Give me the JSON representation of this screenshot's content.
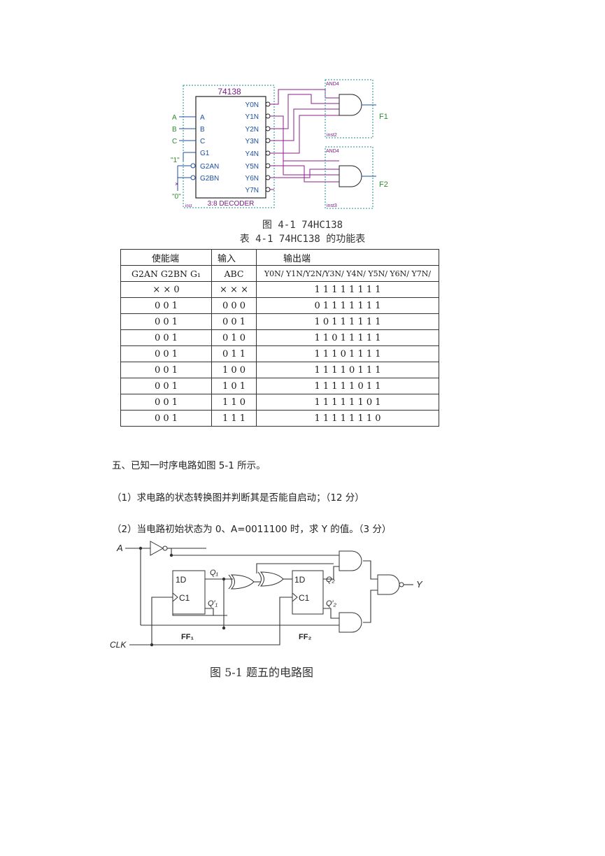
{
  "figure1": {
    "chip_name": "74138",
    "chip_footer": "3:8 DECODER",
    "inst_label": "inst",
    "inputs": [
      "A",
      "B",
      "C"
    ],
    "pins_left": [
      "A",
      "B",
      "C",
      "G1",
      "G2AN",
      "G2BN"
    ],
    "pins_right": [
      "Y0N",
      "Y1N",
      "Y2N",
      "Y3N",
      "Y4N",
      "Y5N",
      "Y6N",
      "Y7N"
    ],
    "const_high": "\"1\"",
    "const_low": "\"0\"",
    "gate_type": "AND4",
    "gate1_inst": "inst2",
    "gate2_inst": "inst3",
    "out1": "F1",
    "out2": "F2",
    "colors": {
      "wire": "#8b1f8b",
      "input": "#2e8b2e",
      "box": "#1b8e8e",
      "chip": "#7a1a8a"
    }
  },
  "captions": {
    "fig41": "图 4-1 74HC138",
    "table41": "表 4-1 74HC138 的功能表"
  },
  "table": {
    "group_headers": [
      "使能端",
      "输入",
      "输出端"
    ],
    "sub_headers": [
      "G2AN G2BN G₁",
      "ABC",
      "Y0N/ Y1N/Y2N/Y3N/ Y4N/ Y5N/ Y6N/ Y7N/"
    ],
    "rows": [
      [
        "×   ×   0",
        "× × ×",
        "1   1   1   1   1   1   1   1"
      ],
      [
        "0   0   1",
        "0 0 0",
        "0   1   1   1   1   1   1   1"
      ],
      [
        "0   0   1",
        "0 0 1",
        "1   0   1   1   1   1   1   1"
      ],
      [
        "0   0   1",
        "0 1 0",
        "1   1   0   1   1   1   1   1"
      ],
      [
        "0   0   1",
        "0 1 1",
        "1   1   1   0   1   1   1   1"
      ],
      [
        "0   0   1",
        "1 0 0",
        "1   1   1   1   0   1   1   1"
      ],
      [
        "0   0   1",
        "1 0 1",
        "1   1   1   1   1   0   1   1"
      ],
      [
        "0   0   1",
        "1 1 0",
        "1   1   1   1   1   1   0   1"
      ],
      [
        "0   0   1",
        "1 1 1",
        "1   1   1   1   1   1   1   0"
      ]
    ]
  },
  "question5": {
    "title": "五、已知一时序电路如图 5-1 所示。",
    "q1": "（1）求电路的状态转换图并判断其是否能自启动；（12 分）",
    "q2": "（2）当电路初始状态为 0、A=0011100 时，求 Y 的值。（3 分）"
  },
  "figure2": {
    "input_a": "A",
    "clk": "CLK",
    "ff_d": "1D",
    "ff_c": "C1",
    "q1": "Q₁",
    "q1n": "Q′₁",
    "q2": "Q₂",
    "q2n": "Q′₂",
    "ff1": "FF₁",
    "ff2": "FF₂",
    "output": "Y",
    "caption": "图 5-1  题五的电路图"
  }
}
